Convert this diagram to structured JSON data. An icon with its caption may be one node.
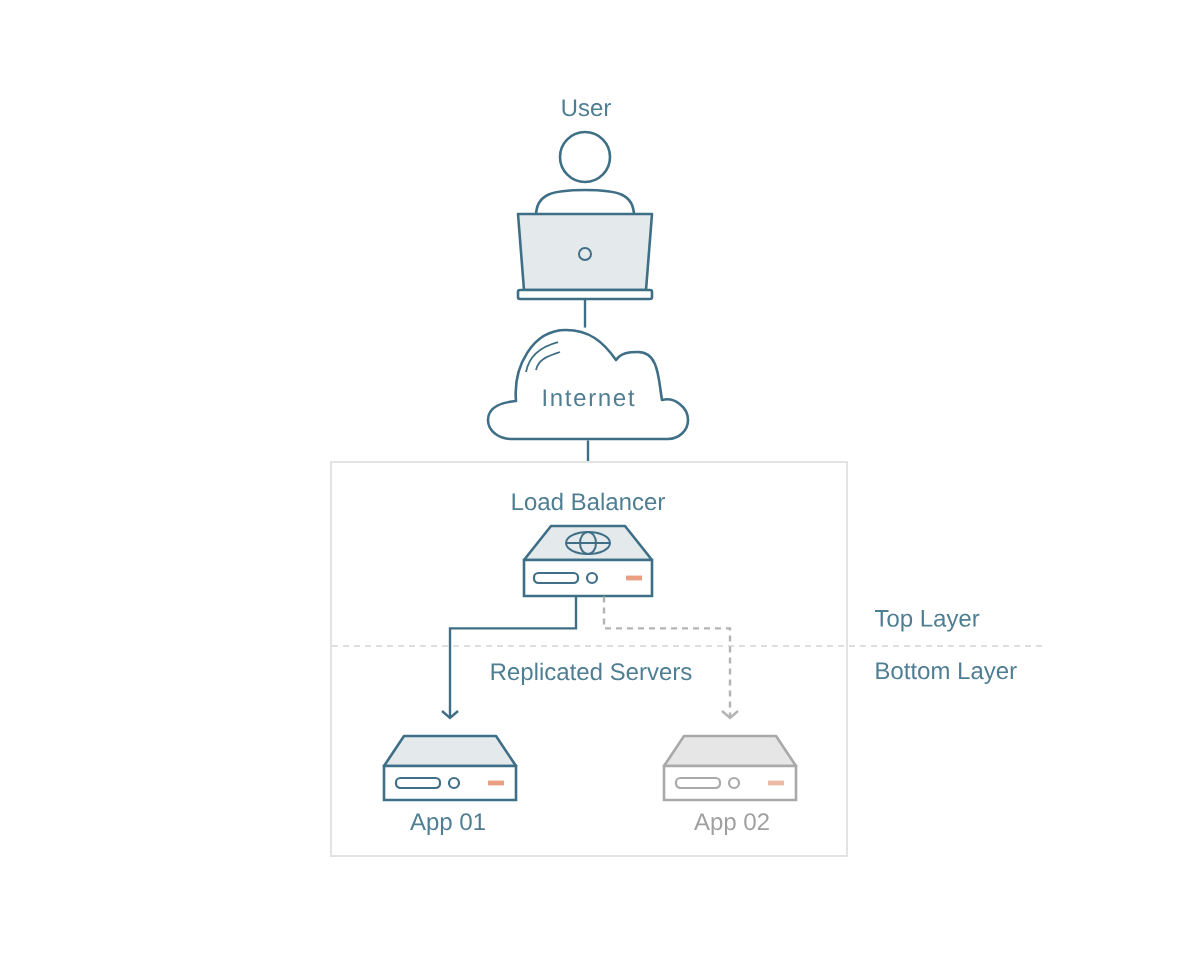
{
  "diagram": {
    "nodes": [
      {
        "text": [
          "User"
        ]
      },
      {
        "text": [
          "Internet"
        ]
      },
      {
        "text": [],
        "shape": "box"
      },
      {
        "text": [
          "Load Balancer"
        ],
        "in": 2
      },
      {
        "text": [
          "App 01"
        ],
        "in": 2
      },
      {
        "text": [
          "App 02"
        ],
        "in": 2
      }
    ],
    "edges": [
      {
        "from": 0,
        "to": 1,
        "arrow": "none"
      },
      {
        "from": 1,
        "to": 2,
        "arrow": "none"
      },
      {
        "from": 3,
        "to": 4,
        "arrow": "to"
      },
      {
        "from": 3,
        "to": 5,
        "arrow": "to",
        "style": "dashed",
        "color": "#b3b3b3"
      }
    ],
    "labels": [
      "Top Layer",
      "Replicated Servers",
      "Bottom Layer"
    ]
  }
}
